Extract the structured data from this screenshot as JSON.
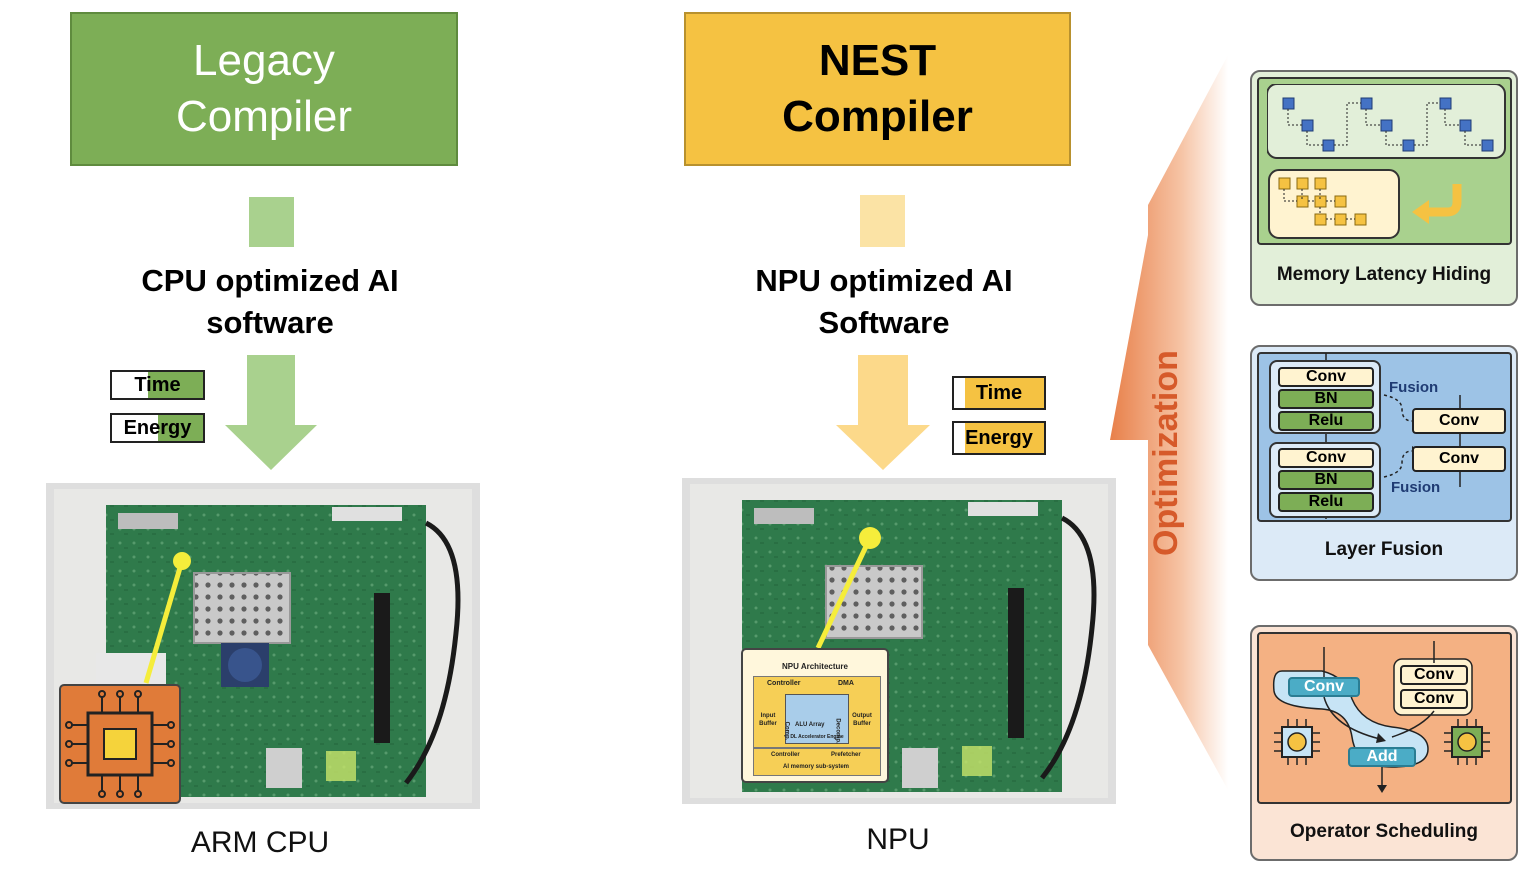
{
  "left": {
    "title_line1": "Legacy",
    "title_line2": "Compiler",
    "software_line1": "CPU optimized AI",
    "software_line2": "software",
    "meter_time": "Time",
    "meter_energy": "Energy",
    "meter_time_fill": 0.6,
    "meter_energy_fill": 0.5,
    "caption": "ARM CPU",
    "color": "#7dae56"
  },
  "middle": {
    "title_line1": "NEST",
    "title_line2": "Compiler",
    "software_line1": "NPU optimized AI",
    "software_line2": "Software",
    "meter_time": "Time",
    "meter_energy": "Energy",
    "meter_time_fill": 0.88,
    "meter_energy_fill": 0.88,
    "caption": "NPU",
    "color": "#f5c242"
  },
  "npu_arch": {
    "title": "NPU Architecture",
    "controller": "Controller",
    "dma": "DMA",
    "comp": "Comp.",
    "decomp": "Decomp.",
    "input_buffer": "Input Buffer",
    "output_buffer": "Output Buffer",
    "alu_array": "ALU Array",
    "engine": "DL Accelerator Engine",
    "controller2": "Controller",
    "prefetcher": "Prefetcher",
    "memory": "AI memory sub-system"
  },
  "optimization_label": "Optimization",
  "panels": {
    "memory": {
      "label": "Memory Latency Hiding",
      "bg": "#a9d18e"
    },
    "fusion": {
      "label": "Layer Fusion",
      "bg": "#9dc3e6",
      "group1": [
        "Conv",
        "BN",
        "Relu"
      ],
      "group2": [
        "Conv",
        "BN",
        "Relu"
      ],
      "fused1": "Conv",
      "fused2": "Conv",
      "fusion_label1": "Fusion",
      "fusion_label2": "Fusion"
    },
    "scheduling": {
      "label": "Operator Scheduling",
      "bg": "#f4b183",
      "conv_left": "Conv",
      "conv_right1": "Conv",
      "conv_right2": "Conv",
      "add": "Add"
    }
  }
}
